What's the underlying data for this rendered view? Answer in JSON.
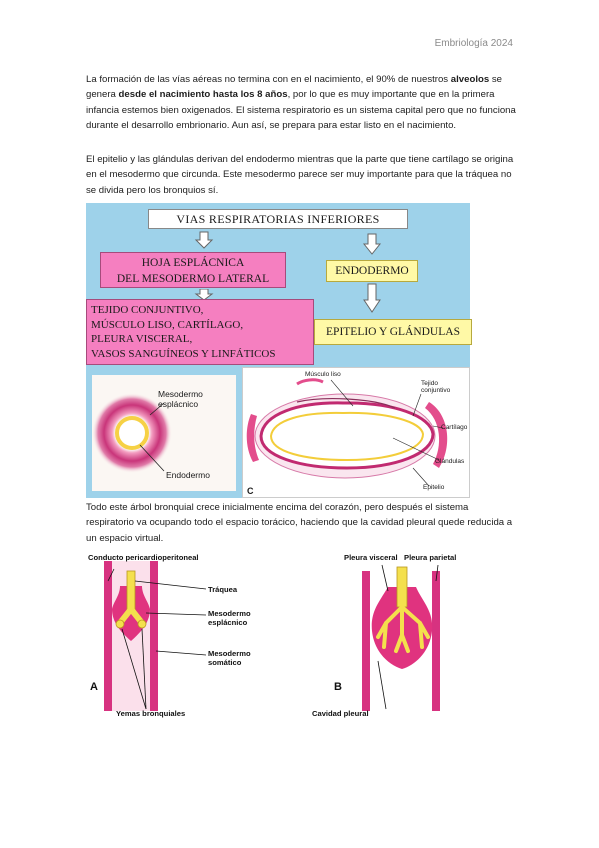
{
  "header": {
    "title": "Embriología 2024"
  },
  "paragraph1": {
    "part1": "La formación de las vías aéreas no termina con en el nacimiento, el 90% de nuestros ",
    "bold1": "alveolos",
    "part2": " se genera ",
    "bold2": "desde el nacimiento hasta los 8 años",
    "part3": ", por lo que es muy importante que en la primera infancia estemos bien oxigenados.  El sistema respiratorio es un sistema capital pero que no funciona durante el desarrollo embrionario. Aun así, se prepara para estar listo en el nacimiento."
  },
  "paragraph2": "El epitelio y las glándulas derivan del endodermo mientras que la parte que tiene cartílago se origina en el mesodermo que circunda. Este mesodermo parece ser muy importante para que la tráquea no se divida pero los bronquios sí.",
  "paragraph3": "Todo este árbol bronquial crece inicialmente encima del corazón, pero después el sistema respiratorio va ocupando todo el espacio torácico, haciendo que la cavidad pleural quede reducida a un espacio virtual.",
  "figure1": {
    "title": "VIAS RESPIRATORIAS INFERIORES",
    "hoja_line1": "HOJA ESPLÁCNICA",
    "hoja_line2": "DEL MESODERMO LATERAL",
    "endodermo": "ENDODERMO",
    "tejido_lines": [
      "TEJIDO CONJUNTIVO,",
      "MÚSCULO LISO, CARTÍLAGO,",
      "PLEURA VISCERAL,",
      "VASOS SANGUÍNEOS Y LINFÁTICOS"
    ],
    "epitelio": "EPITELIO Y GLÁNDULAS",
    "left_labels": {
      "mesodermo_1": "Mesodermo",
      "mesodermo_2": "esplácnico",
      "endodermo": "Endodermo"
    },
    "right_labels": {
      "musculo": "Músculo liso",
      "tejido_1": "Tejido",
      "tejido_2": "conjuntivo",
      "cartilago": "Cartílago",
      "glandulas": "Glándulas",
      "epitelio": "Epitelio",
      "panel": "C"
    }
  },
  "figure2": {
    "conducto": "Conducto pericardioperitoneal",
    "traquea": "Tráquea",
    "meso_esp_1": "Mesodermo",
    "meso_esp_2": "esplácnico",
    "meso_som_1": "Mesodermo",
    "meso_som_2": "somático",
    "yemas": "Yemas bronquiales",
    "panel_a": "A",
    "pleura_visceral": "Pleura visceral",
    "pleura_parietal": "Pleura parietal",
    "cavidad": "Cavidad pleural",
    "panel_b": "B"
  },
  "colors": {
    "accent_blue": "#9ed2ea",
    "pink": "#f57fc0",
    "yellow": "#fff9a6",
    "magenta": "#e0337f",
    "tube_yellow": "#f4e04d"
  }
}
